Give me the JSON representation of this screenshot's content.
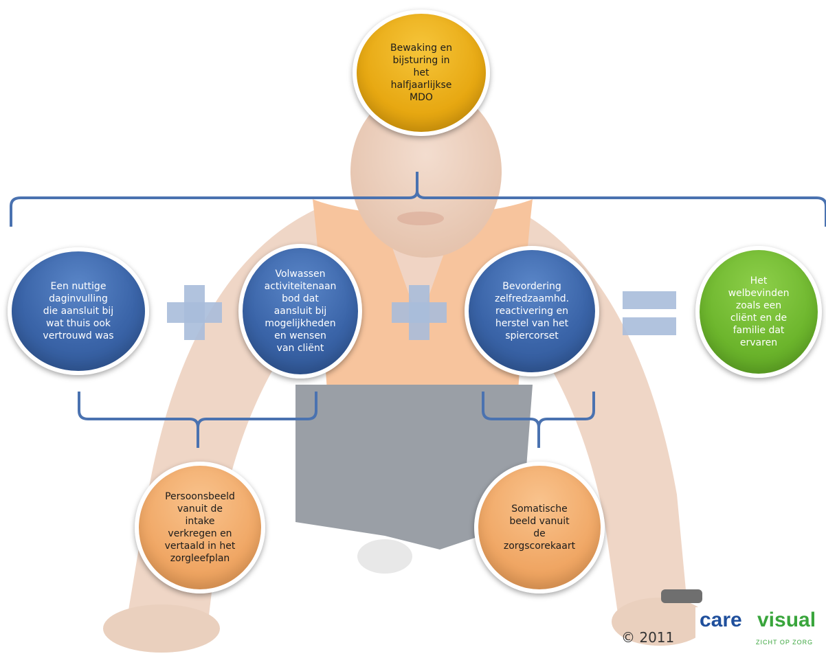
{
  "circles": {
    "top": "Bewaking en\nbijsturing  in\nhet\nhalfjaarlijkse\nMDO",
    "left": "Een nuttige\ndaginvulling\ndie aansluit bij\nwat thuis ook\nvertrouwd was",
    "middle": "Volwassen\nactiviteitenaan\nbod dat\naansluit bij\nmogelijkheden\nen wensen\nvan cliënt",
    "right": "Bevordering\nzelfredzaamhd.\nreactivering en\nherstel van het\nspiercorset",
    "result": "Het\nwelbevinden\nzoals een\ncliënt en de\nfamilie dat\nervaren",
    "bottom_left": "Persoonsbeeld\nvanuit de\nintake\nverkregen en\nvertaald in het\nzorgleefplan",
    "bottom_right": "Somatische\nbeeld vanuit\nde\nzorgscorekaart"
  },
  "operators": [
    "+",
    "+",
    "="
  ],
  "copyright": "© 2011",
  "logo": {
    "word1": "care",
    "word2": "visual",
    "tagline": "ZICHT OP ZORG"
  },
  "colors": {
    "blue": "#3a64a8",
    "gold": "#e7a812",
    "green": "#6cb52c",
    "peach": "#f0a765",
    "bracket": "#4a72b0",
    "operator": "#a9bcda"
  }
}
